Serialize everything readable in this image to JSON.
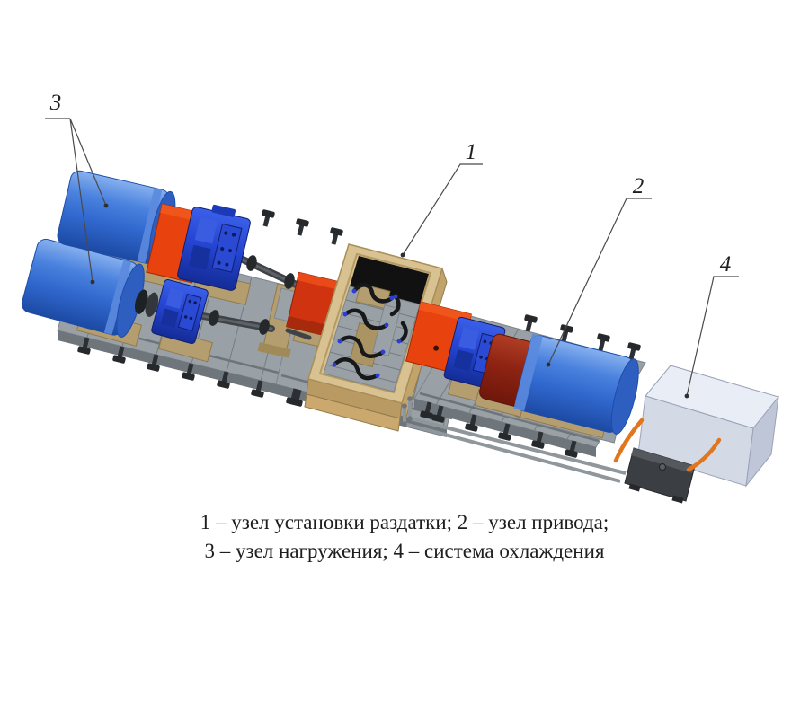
{
  "caption": {
    "line1": "1 – узел установки раздатки; 2 – узел привода;",
    "line2": "3 – узел нагружения; 4 – система охлаждения"
  },
  "callouts": [
    {
      "number": "1",
      "label": "узел установки раздатки"
    },
    {
      "number": "2",
      "label": "узел привода"
    },
    {
      "number": "3",
      "label": "узел нагружения"
    },
    {
      "number": "4",
      "label": "система охлаждения"
    }
  ],
  "palette": {
    "background": "#ffffff",
    "text_color": "#1e1e1e",
    "line_color": "#4a4a4a",
    "motor_blue": "#3c76d6",
    "gearbox_blue": "#2443cf",
    "coupling_red": "#e8430e",
    "brake_red": "#8e2313",
    "wood_tan": "#d8c292",
    "plate_gray": "#9aa1a6",
    "bracket_tan": "#b49d6e",
    "cooling_white": "#d4d9e6",
    "pump_dark": "#3b3e42",
    "hose_orange": "#e0761e",
    "pipe_gray": "#8f979c",
    "bolt_blue": "#2b3fd8"
  }
}
